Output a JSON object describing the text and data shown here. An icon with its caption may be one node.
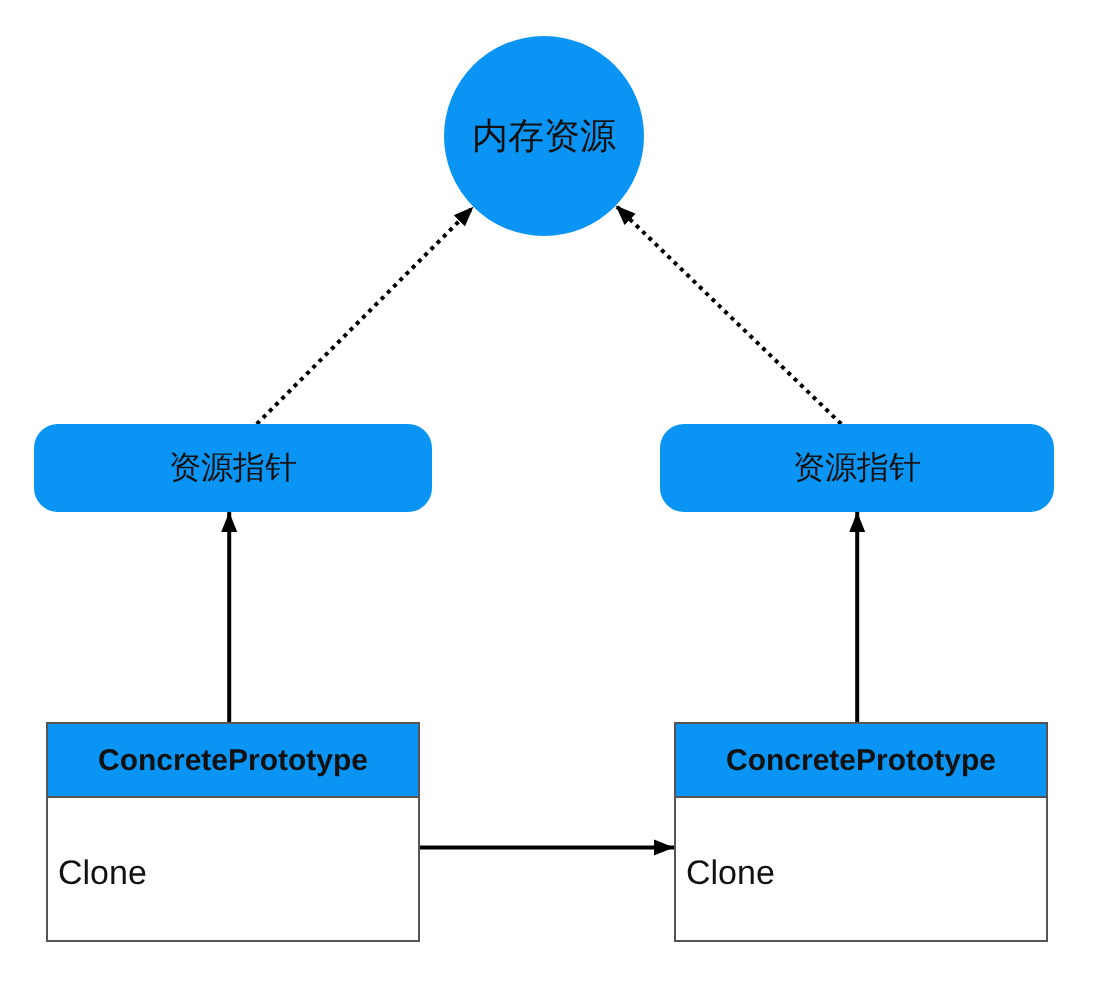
{
  "diagram": {
    "nodes": [
      {
        "text": [
          "内存资源"
        ]
      },
      {
        "text": [
          "资源指针"
        ]
      },
      {
        "text": [
          "资源指针"
        ]
      },
      {
        "text": [
          "ConcretePrototype",
          "Clone"
        ]
      },
      {
        "text": [
          "ConcretePrototype",
          "Clone"
        ]
      }
    ],
    "edges": [
      {
        "from": 1,
        "to": 0,
        "arrow": "to",
        "style": "dashed"
      },
      {
        "from": 2,
        "to": 0,
        "arrow": "to",
        "style": "dashed"
      },
      {
        "from": 3,
        "to": 1,
        "arrow": "to"
      },
      {
        "from": 4,
        "to": 2,
        "arrow": "to"
      },
      {
        "from": 3,
        "to": 4,
        "arrow": "to"
      }
    ]
  }
}
